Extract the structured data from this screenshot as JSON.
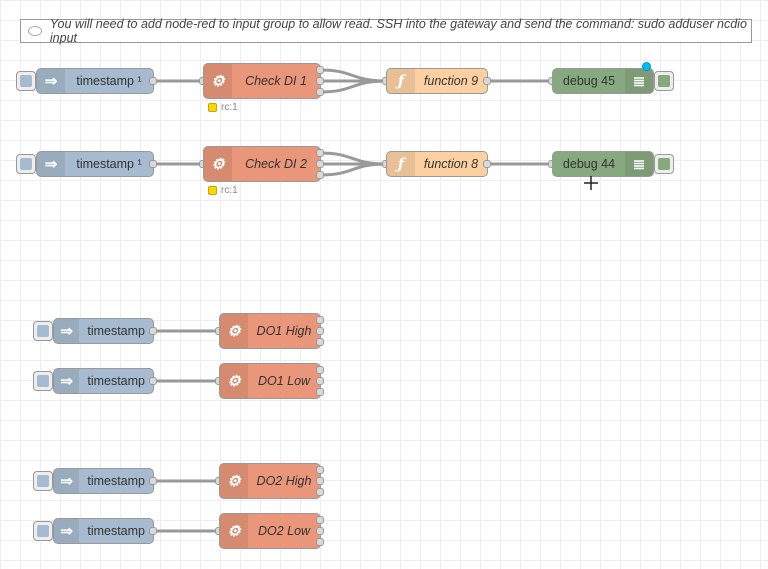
{
  "comment": {
    "text": "You will need to add node-red to input group to allow read. SSH into the gateway and send the command: sudo adduser ncdio input"
  },
  "flow1": {
    "inject": "timestamp ¹",
    "command": "Check DI 1",
    "status": "rc:1",
    "function": "function 9",
    "debug": "debug 45"
  },
  "flow2": {
    "inject": "timestamp ¹",
    "command": "Check DI 2",
    "status": "rc:1",
    "function": "function 8",
    "debug": "debug 44"
  },
  "outputs": [
    {
      "inject": "timestamp",
      "command": "DO1 High"
    },
    {
      "inject": "timestamp",
      "command": "DO1 Low"
    },
    {
      "inject": "timestamp",
      "command": "DO2 High"
    },
    {
      "inject": "timestamp",
      "command": "DO2 Low"
    }
  ],
  "icons": {
    "inject": "arrow-in-icon",
    "command": "gear-icon",
    "function": "function-icon",
    "debug": "list-icon",
    "comment": "speech-bubble-icon"
  },
  "colors": {
    "inject": "#a6bbcf",
    "command": "#e9967a",
    "function": "#fdd0a2",
    "debug": "#87a980",
    "status": "#ffd700",
    "changed": "#00bcff"
  }
}
